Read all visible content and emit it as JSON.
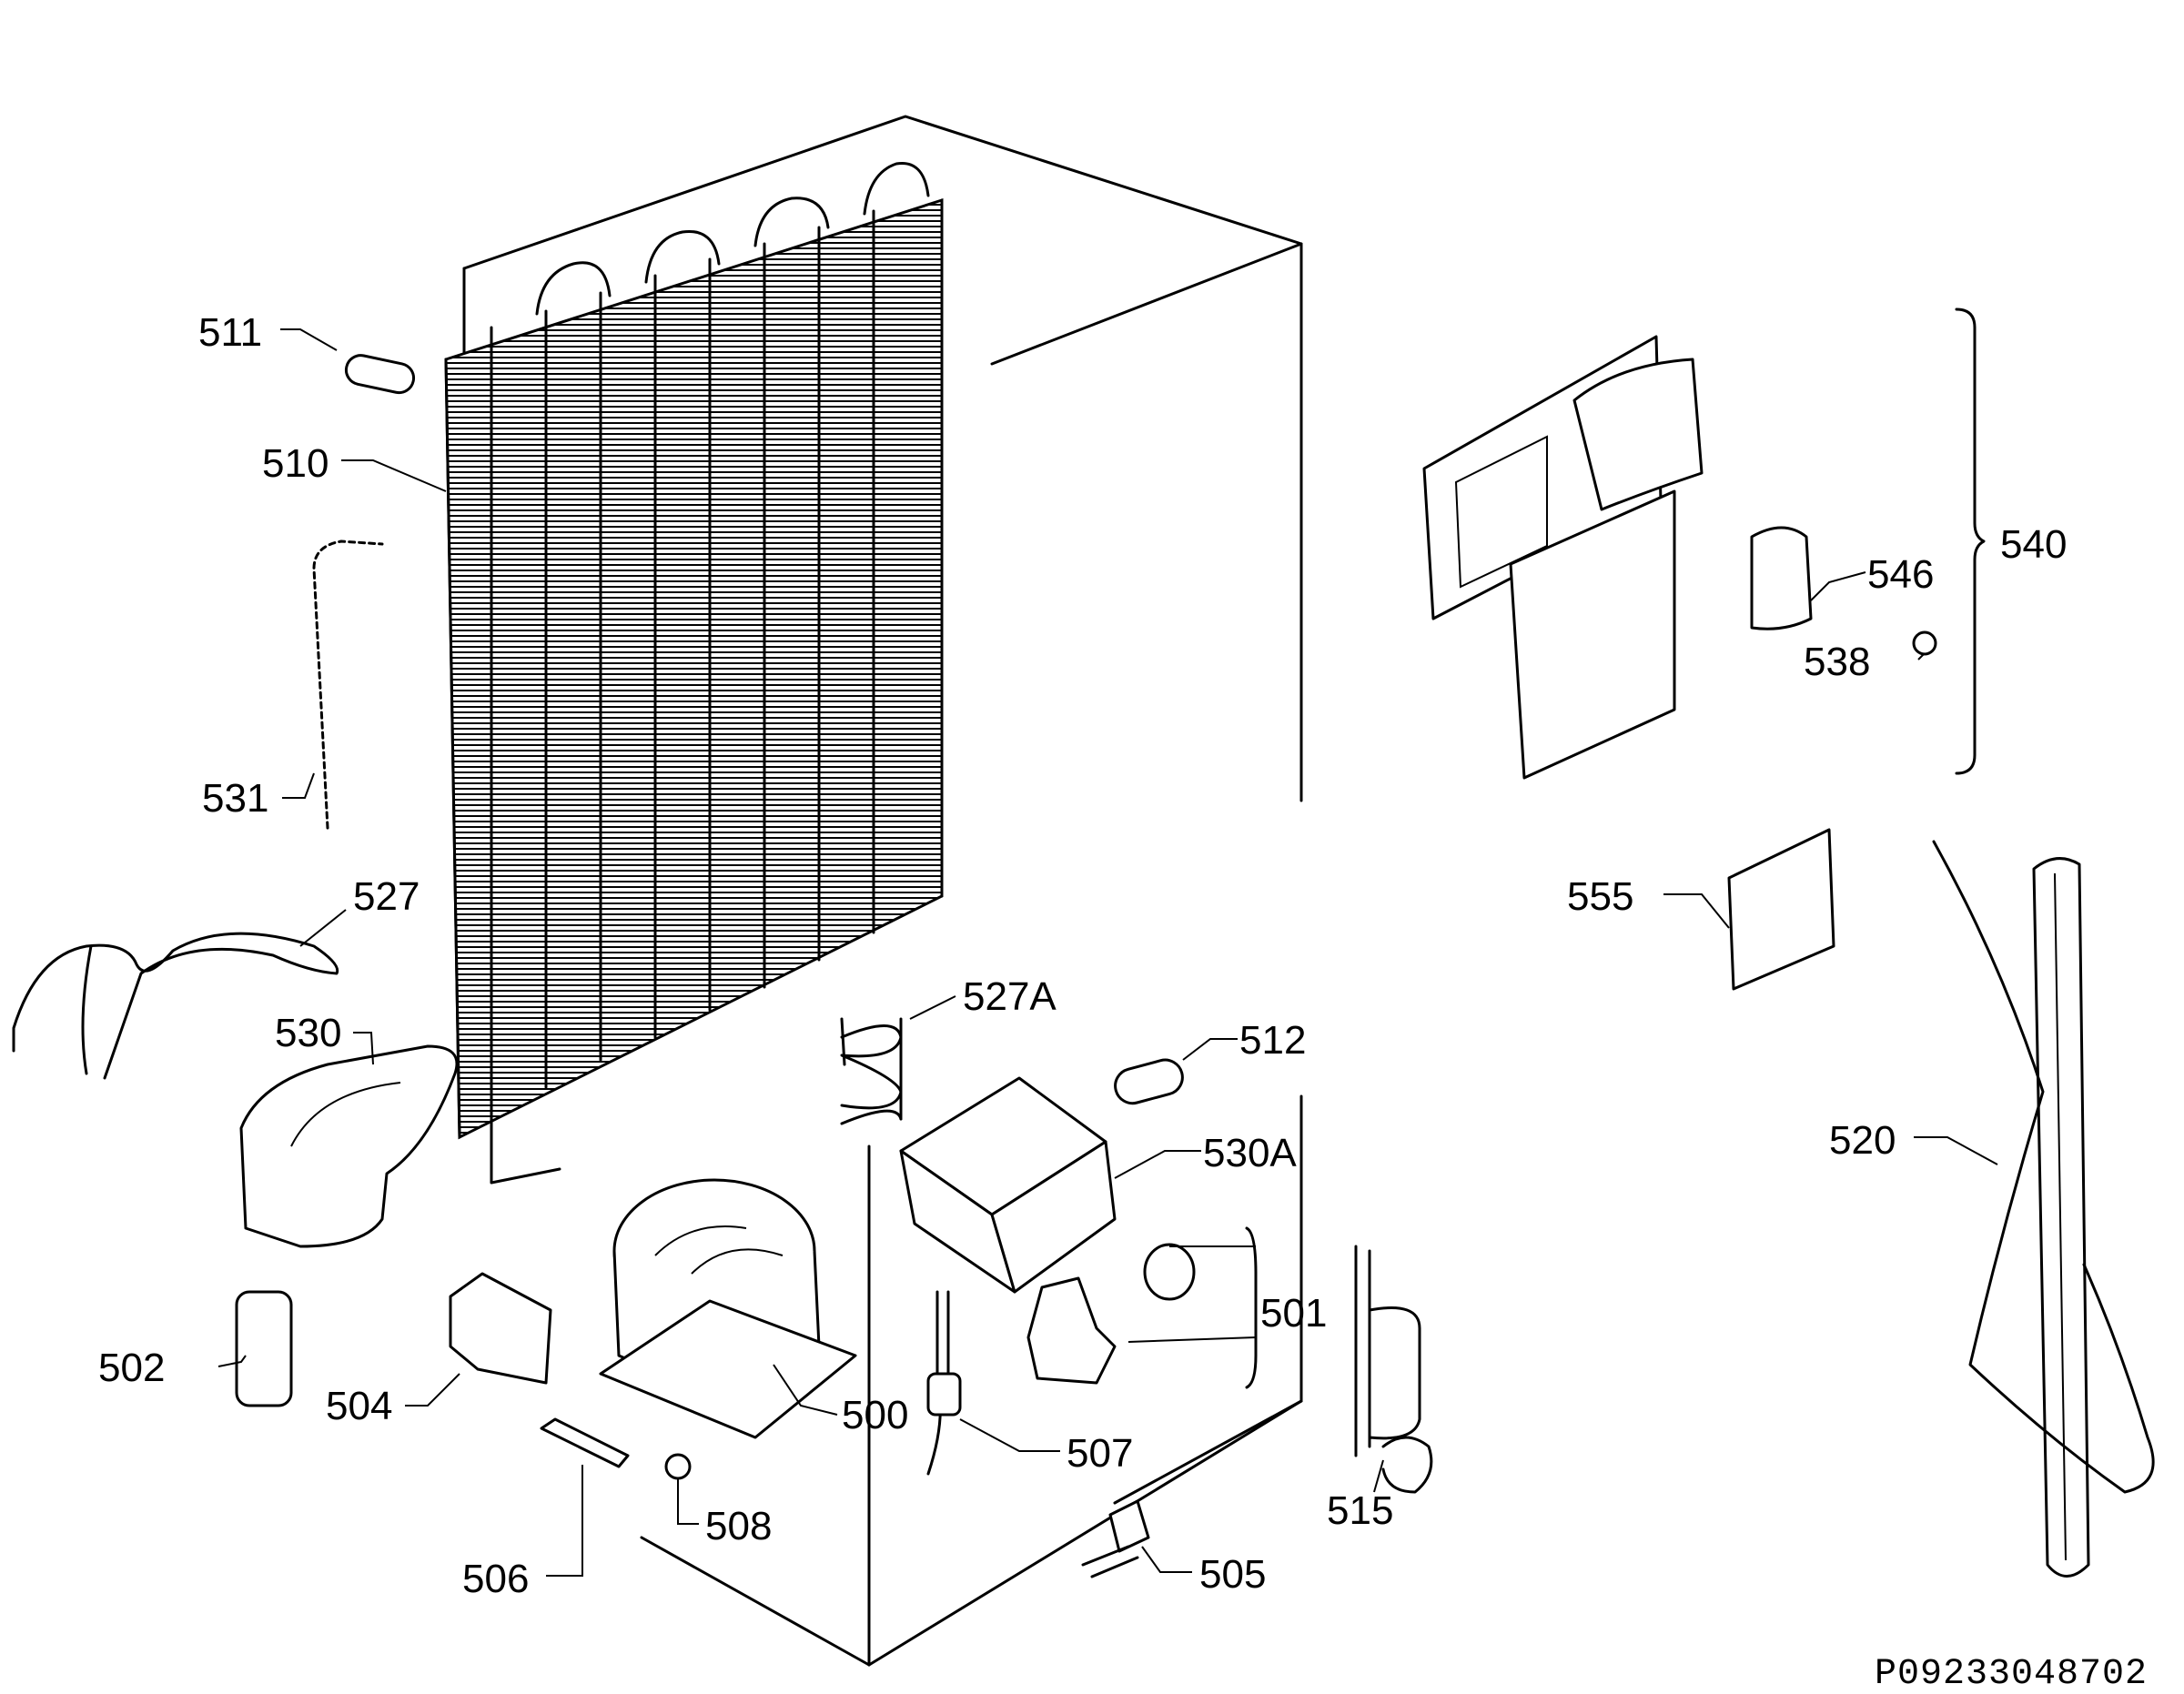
{
  "labels": {
    "l500": "500",
    "l501": "501",
    "l502": "502",
    "l504": "504",
    "l505": "505",
    "l506": "506",
    "l507": "507",
    "l508": "508",
    "l510": "510",
    "l511": "511",
    "l512": "512",
    "l515": "515",
    "l520": "520",
    "l527": "527",
    "l527A": "527A",
    "l530": "530",
    "l530A": "530A",
    "l531": "531",
    "l538": "538",
    "l540": "540",
    "l546": "546",
    "l555": "555"
  },
  "drawing_code": "P09233048702"
}
